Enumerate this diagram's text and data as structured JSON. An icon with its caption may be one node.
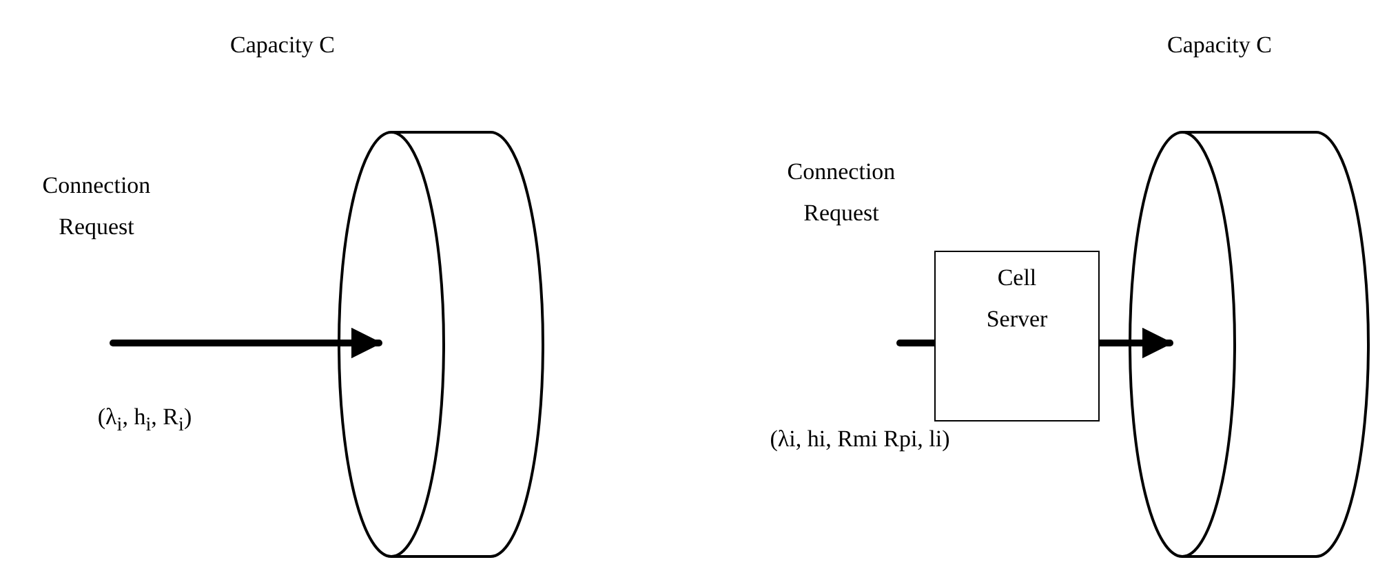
{
  "diagram": {
    "nodes": [
      {
        "text": [],
        "shape": "cylinder",
        "beside": [
          "Capacity C"
        ]
      },
      {
        "text": [
          "Cell Server"
        ]
      },
      {
        "text": [],
        "shape": "cylinder",
        "beside": [
          "Capacity C"
        ]
      }
    ],
    "edges": [
      {
        "from": null,
        "to": 0,
        "arrow": "to"
      },
      {
        "from": null,
        "to": 1,
        "arrow": "none"
      },
      {
        "from": 1,
        "to": 2,
        "arrow": "to"
      }
    ],
    "labels": [
      "Connection Request",
      "(λ$_{i}$, h$_{i}$, R$_{i}$)",
      "Connection Request",
      "(λi, hi, Rmi Rpi, li)"
    ]
  }
}
